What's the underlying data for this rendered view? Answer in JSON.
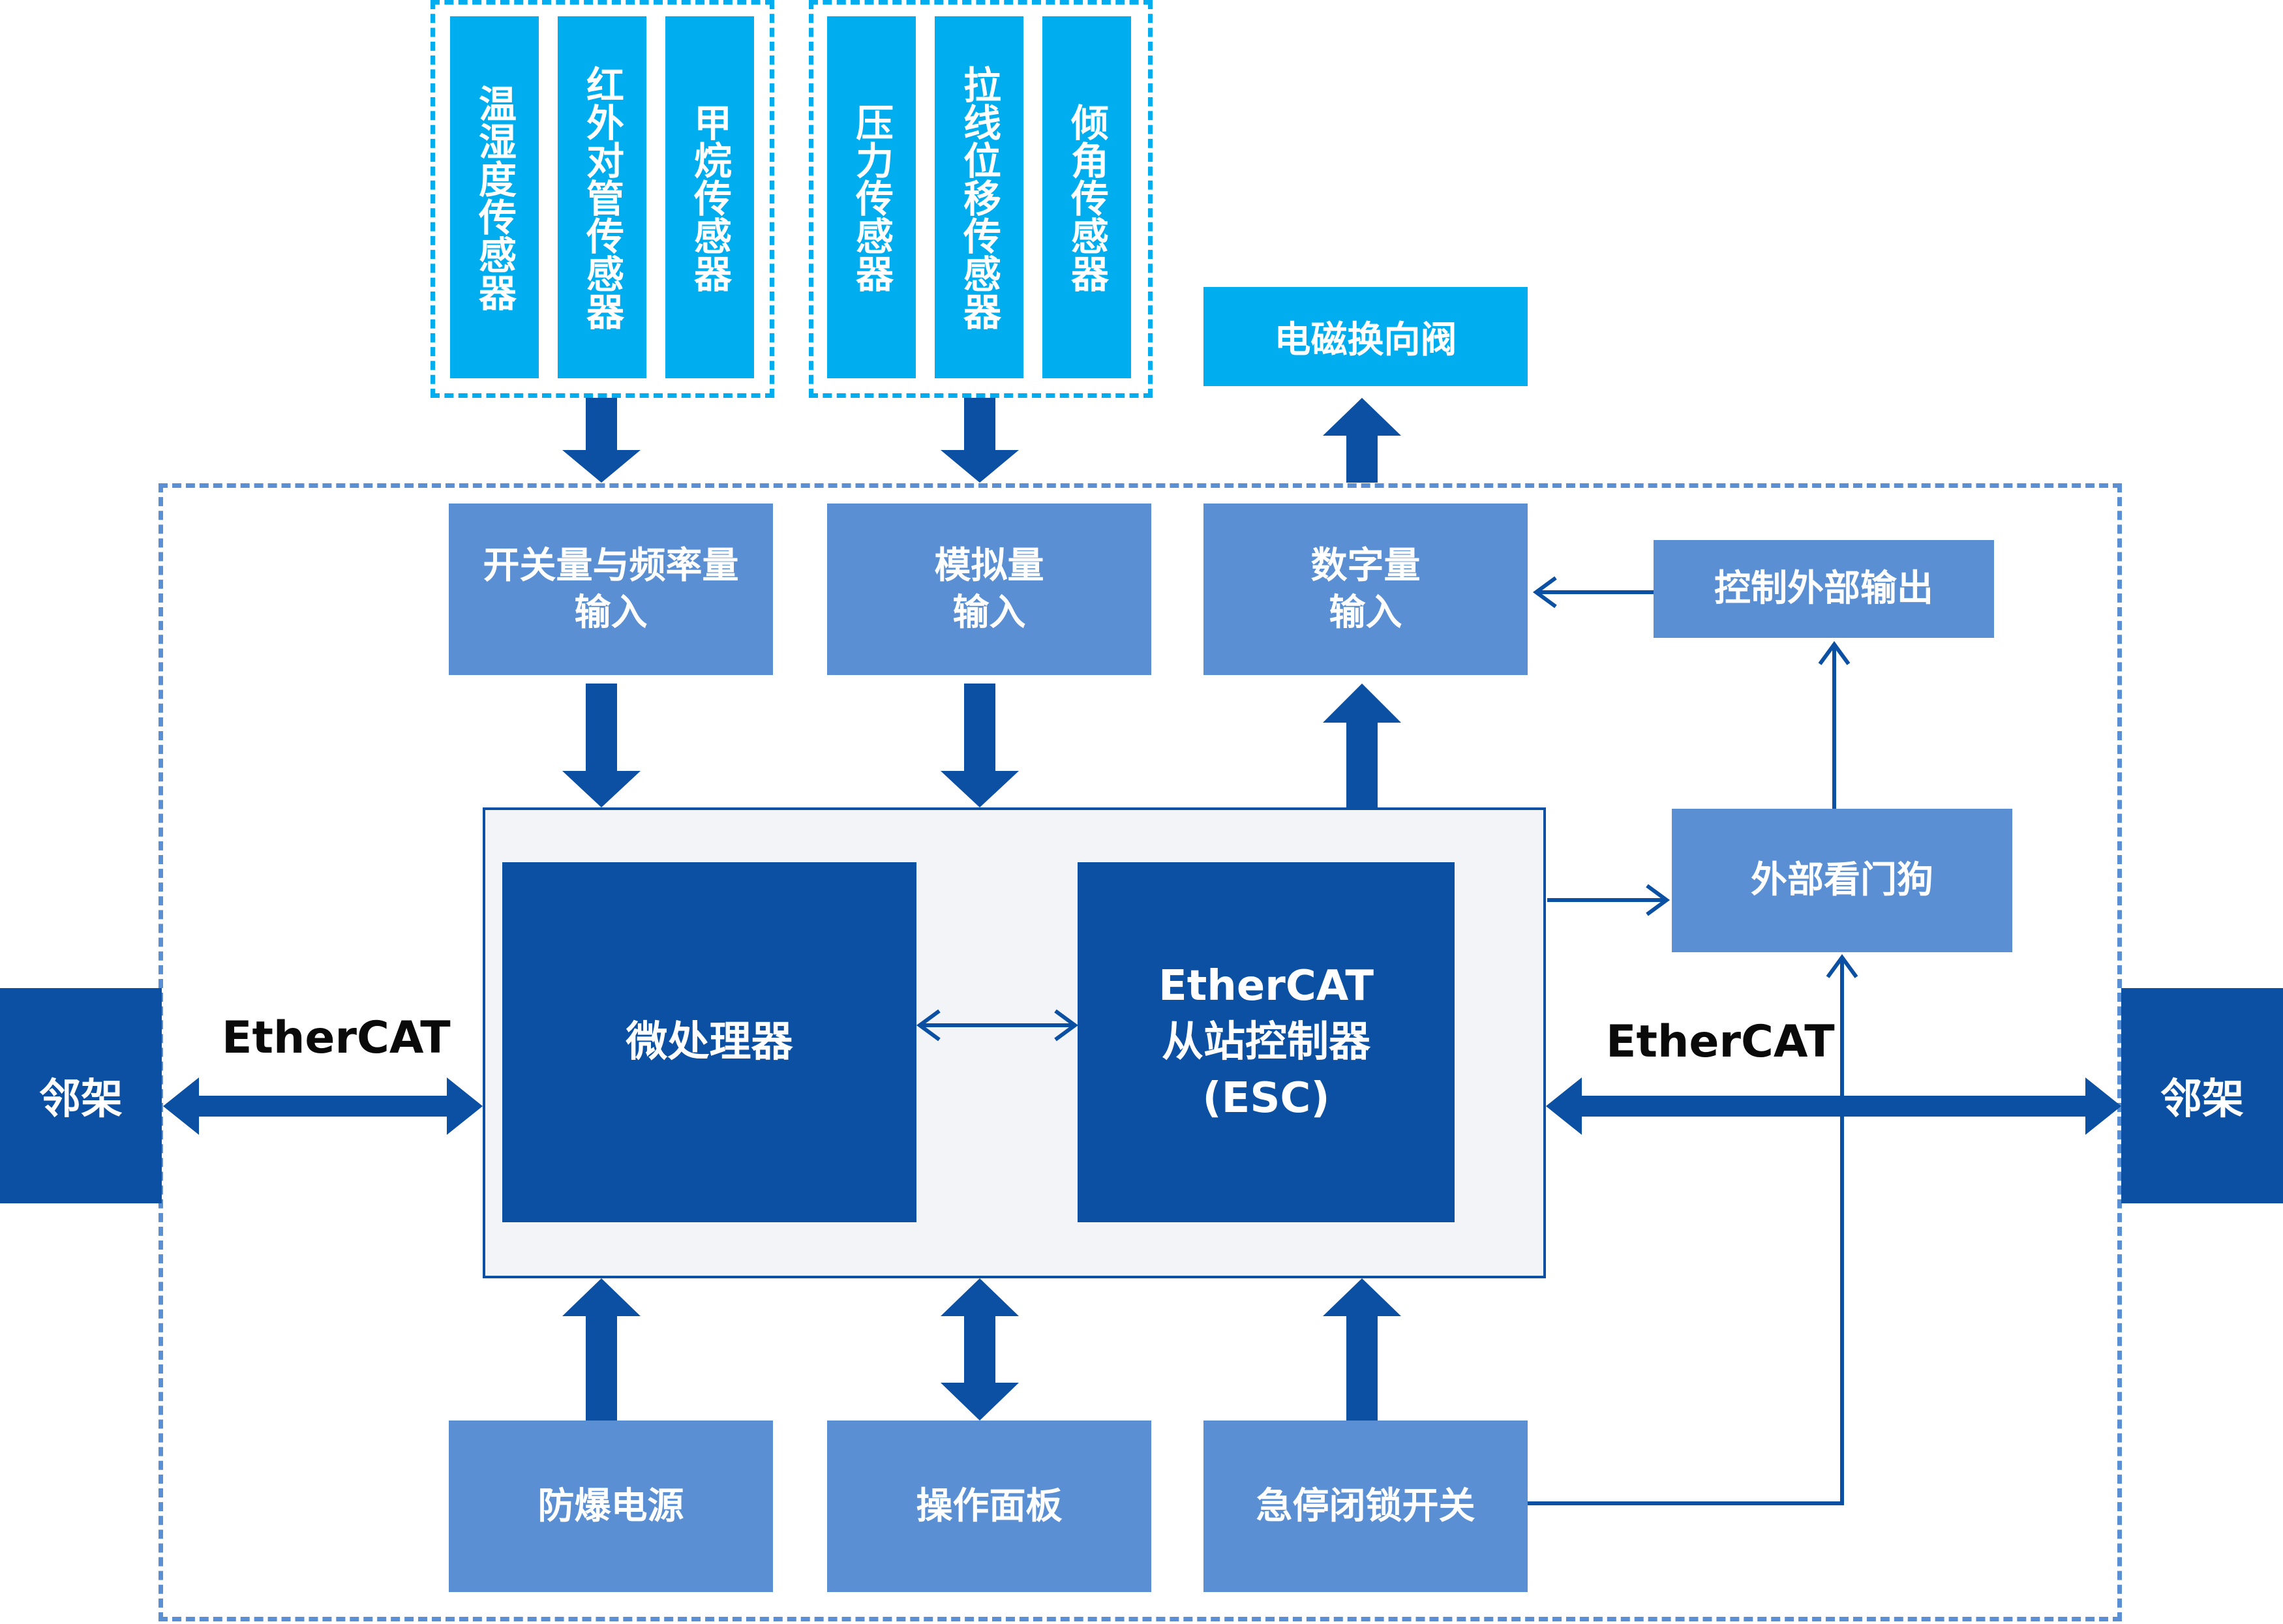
{
  "sensors": {
    "group1": [
      "温湿度传感器",
      "红外对管传感器",
      "甲烷传感器"
    ],
    "group2": [
      "压力传感器",
      "拉线位移传感器",
      "倾角传感器"
    ]
  },
  "outputs": {
    "solenoid_valve": "电磁换向阀"
  },
  "inputs": {
    "switch_freq": "开关量与频率量\n输入",
    "analog": "模拟量\n输入",
    "digital": "数字量\n输入"
  },
  "control_output": "控制外部输出",
  "watchdog": "外部看门狗",
  "core": {
    "mcu": "微处理器",
    "esc": "EtherCAT\n从站控制器\n(ESC)"
  },
  "network": {
    "left_label": "EtherCAT",
    "right_label": "EtherCAT",
    "left_neighbor": "邻架",
    "right_neighbor": "邻架"
  },
  "bottom": {
    "power": "防爆电源",
    "panel": "操作面板",
    "estop": "急停闭锁开关"
  },
  "colors": {
    "cyan": "#00adef",
    "mid_blue": "#5b8fd3",
    "dark_blue": "#0b50a2",
    "core_bg": "#f2f4f8"
  }
}
